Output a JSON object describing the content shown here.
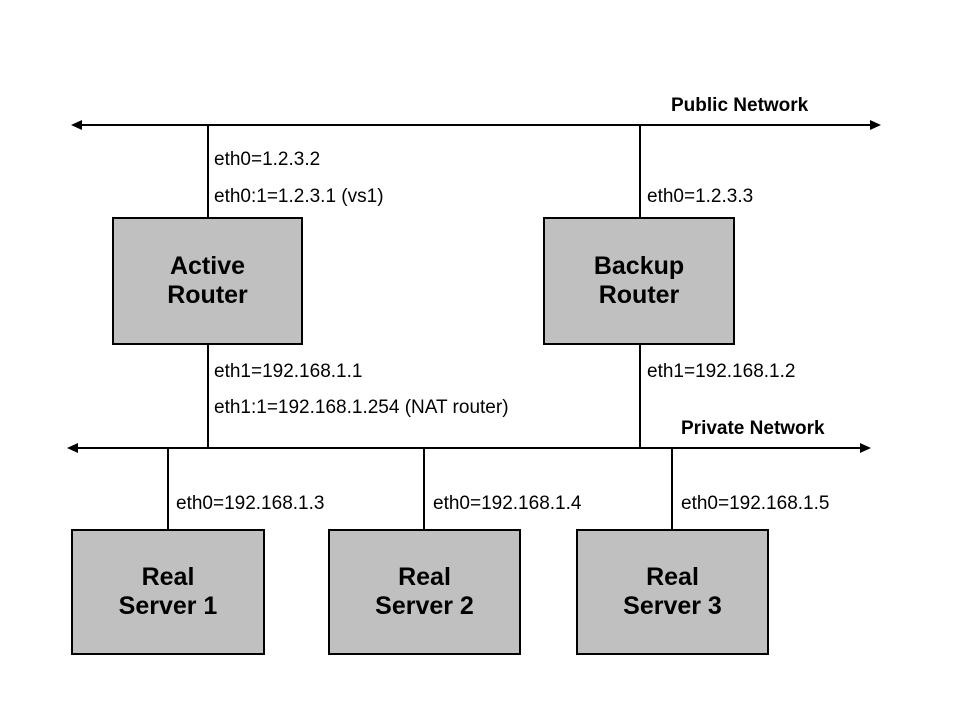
{
  "diagram": {
    "title_public": "Public Network",
    "title_private": "Private Network",
    "colors": {
      "node_fill": "#c0c0c0",
      "stroke": "#000000",
      "background": "#ffffff"
    },
    "nodes": [
      {
        "id": "active-router",
        "line1": "Active",
        "line2": "Router"
      },
      {
        "id": "backup-router",
        "line1": "Backup",
        "line2": "Router"
      },
      {
        "id": "real-server-1",
        "line1": "Real",
        "line2": "Server 1"
      },
      {
        "id": "real-server-2",
        "line1": "Real",
        "line2": "Server 2"
      },
      {
        "id": "real-server-3",
        "line1": "Real",
        "line2": "Server 3"
      }
    ],
    "annotations": {
      "active_public_eth0": "eth0=1.2.3.2",
      "active_public_eth0_alias": "eth0:1=1.2.3.1 (vs1)",
      "backup_public_eth0": "eth0=1.2.3.3",
      "active_private_eth1": "eth1=192.168.1.1",
      "active_private_eth1_alias": "eth1:1=192.168.1.254 (NAT router)",
      "backup_private_eth1": "eth1=192.168.1.2",
      "server1_eth0": "eth0=192.168.1.3",
      "server2_eth0": "eth0=192.168.1.4",
      "server3_eth0": "eth0=192.168.1.5"
    }
  }
}
